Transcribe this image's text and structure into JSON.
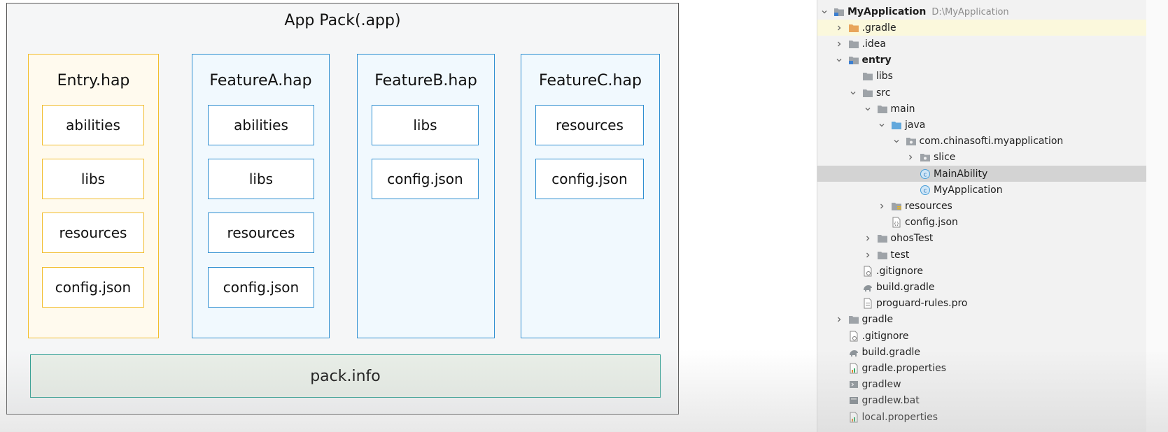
{
  "diagram": {
    "title": "App Pack(.app)",
    "haps": [
      {
        "name": "Entry.hap",
        "style": "entry",
        "modules": [
          "abilities",
          "libs",
          "resources",
          "config.json"
        ]
      },
      {
        "name": "FeatureA.hap",
        "style": "feature",
        "modules": [
          "abilities",
          "libs",
          "resources",
          "config.json"
        ]
      },
      {
        "name": "FeatureB.hap",
        "style": "feature",
        "modules": [
          "libs",
          "config.json"
        ]
      },
      {
        "name": "FeatureC.hap",
        "style": "feature",
        "modules": [
          "resources",
          "config.json"
        ]
      }
    ],
    "footer": "pack.info",
    "colors": {
      "entry_border": "#f2bd2d",
      "feature_border": "#2f8fd1",
      "footer_border": "#2a9d8f"
    }
  },
  "tree": {
    "items": [
      {
        "label": "MyApplication",
        "path": "D:\\MyApplication",
        "depth": 0,
        "arrow": "down",
        "icon": "module-folder-icon",
        "bold": true
      },
      {
        "label": ".gradle",
        "depth": 1,
        "arrow": "right",
        "icon": "orange-folder-icon",
        "state": "highlight"
      },
      {
        "label": ".idea",
        "depth": 1,
        "arrow": "right",
        "icon": "folder-icon"
      },
      {
        "label": "entry",
        "depth": 1,
        "arrow": "down",
        "icon": "module-folder-icon",
        "bold": true
      },
      {
        "label": "libs",
        "depth": 2,
        "arrow": "none",
        "icon": "folder-icon"
      },
      {
        "label": "src",
        "depth": 2,
        "arrow": "down",
        "icon": "folder-icon"
      },
      {
        "label": "main",
        "depth": 3,
        "arrow": "down",
        "icon": "folder-icon"
      },
      {
        "label": "java",
        "depth": 4,
        "arrow": "down",
        "icon": "blue-folder-icon"
      },
      {
        "label": "com.chinasofti.myapplication",
        "depth": 5,
        "arrow": "down",
        "icon": "package-icon"
      },
      {
        "label": "slice",
        "depth": 6,
        "arrow": "right",
        "icon": "package-icon"
      },
      {
        "label": "MainAbility",
        "depth": 6,
        "arrow": "none",
        "icon": "class-icon",
        "state": "selected"
      },
      {
        "label": "MyApplication",
        "depth": 6,
        "arrow": "none",
        "icon": "class-icon"
      },
      {
        "label": "resources",
        "depth": 4,
        "arrow": "right",
        "icon": "resources-folder-icon"
      },
      {
        "label": "config.json",
        "depth": 4,
        "arrow": "none",
        "icon": "json-file-icon"
      },
      {
        "label": "ohosTest",
        "depth": 3,
        "arrow": "right",
        "icon": "folder-icon"
      },
      {
        "label": "test",
        "depth": 3,
        "arrow": "right",
        "icon": "folder-icon"
      },
      {
        "label": ".gitignore",
        "depth": 2,
        "arrow": "none",
        "icon": "gitignore-file-icon"
      },
      {
        "label": "build.gradle",
        "depth": 2,
        "arrow": "none",
        "icon": "gradle-elephant-icon"
      },
      {
        "label": "proguard-rules.pro",
        "depth": 2,
        "arrow": "none",
        "icon": "text-file-icon"
      },
      {
        "label": "gradle",
        "depth": 1,
        "arrow": "right",
        "icon": "folder-icon"
      },
      {
        "label": ".gitignore",
        "depth": 1,
        "arrow": "none",
        "icon": "gitignore-file-icon"
      },
      {
        "label": "build.gradle",
        "depth": 1,
        "arrow": "none",
        "icon": "gradle-elephant-icon"
      },
      {
        "label": "gradle.properties",
        "depth": 1,
        "arrow": "none",
        "icon": "properties-file-icon"
      },
      {
        "label": "gradlew",
        "depth": 1,
        "arrow": "none",
        "icon": "terminal-file-icon"
      },
      {
        "label": "gradlew.bat",
        "depth": 1,
        "arrow": "none",
        "icon": "bat-file-icon"
      },
      {
        "label": "local.properties",
        "depth": 1,
        "arrow": "none",
        "icon": "properties-file-icon"
      }
    ]
  }
}
